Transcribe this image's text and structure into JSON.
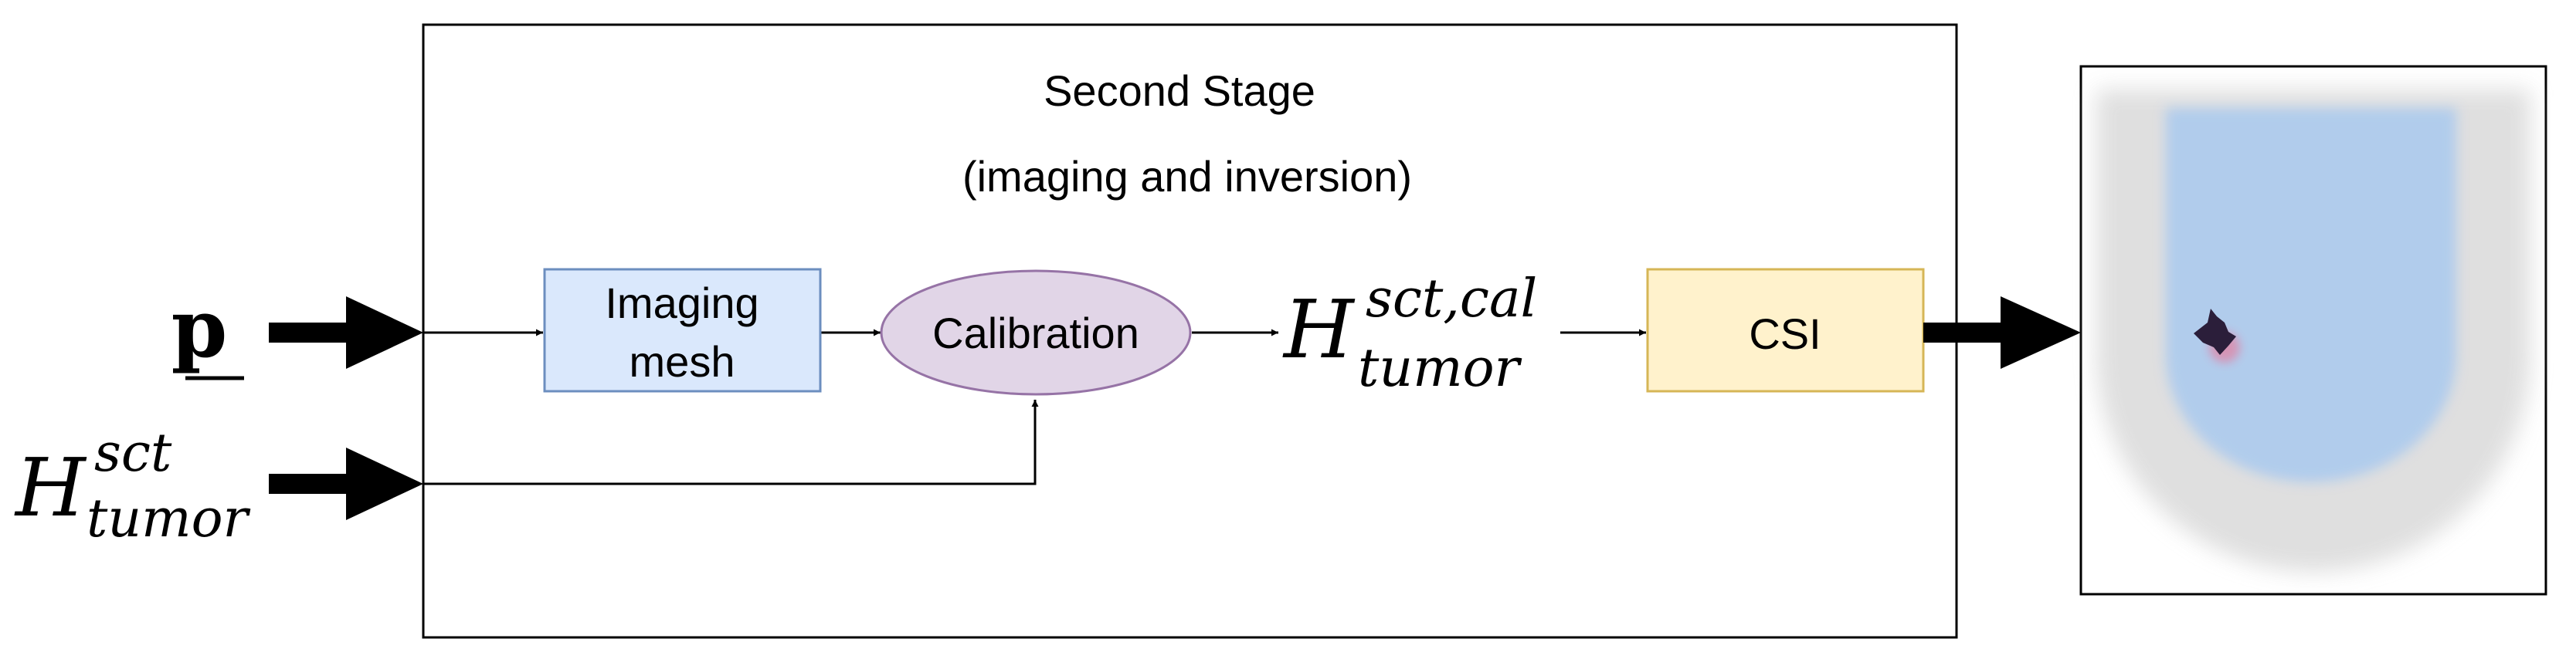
{
  "stage": {
    "title": "Second Stage",
    "subtitle": "(imaging and inversion)"
  },
  "inputs": {
    "p_symbol": "p",
    "h_base": "H",
    "h_sup": "sct",
    "h_sub": "tumor"
  },
  "nodes": {
    "imaging_mesh_line1": "Imaging",
    "imaging_mesh_line2": "mesh",
    "calibration": "Calibration",
    "csi": "CSI"
  },
  "calibrated": {
    "base": "H",
    "sup": "sct,cal",
    "sub": "tumor"
  },
  "colors": {
    "imaging_mesh_fill": "#dae8fc",
    "imaging_mesh_stroke": "#6c8ebf",
    "calibration_fill": "#e1d5e7",
    "calibration_stroke": "#9673a6",
    "csi_fill": "#fff2cc",
    "csi_stroke": "#d6b656",
    "output_tumor": "#2b1e3a",
    "output_region": "#a9c9ef"
  },
  "output_image": {
    "description_icon": "reconstruction-image"
  }
}
